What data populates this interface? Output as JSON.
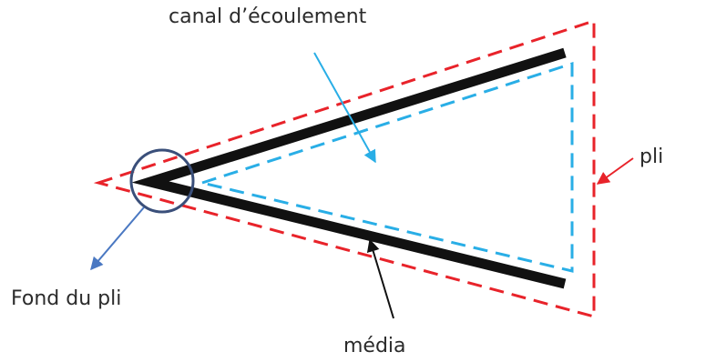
{
  "labels": {
    "flow_channel": "canal d’écoulement",
    "pleat": "pli",
    "pleat_bottom": "Fond du pli",
    "media": "média"
  },
  "colors": {
    "pleat_outline": "#e8232a",
    "flow_channel_outline": "#29aee6",
    "media_line": "#111111",
    "circle": "#3a4f7a",
    "arrow_blue": "#4a78c2",
    "arrow_cyan": "#29aee6",
    "arrow_red": "#e8232a",
    "arrow_black": "#111111",
    "text": "#2b2b2b"
  }
}
